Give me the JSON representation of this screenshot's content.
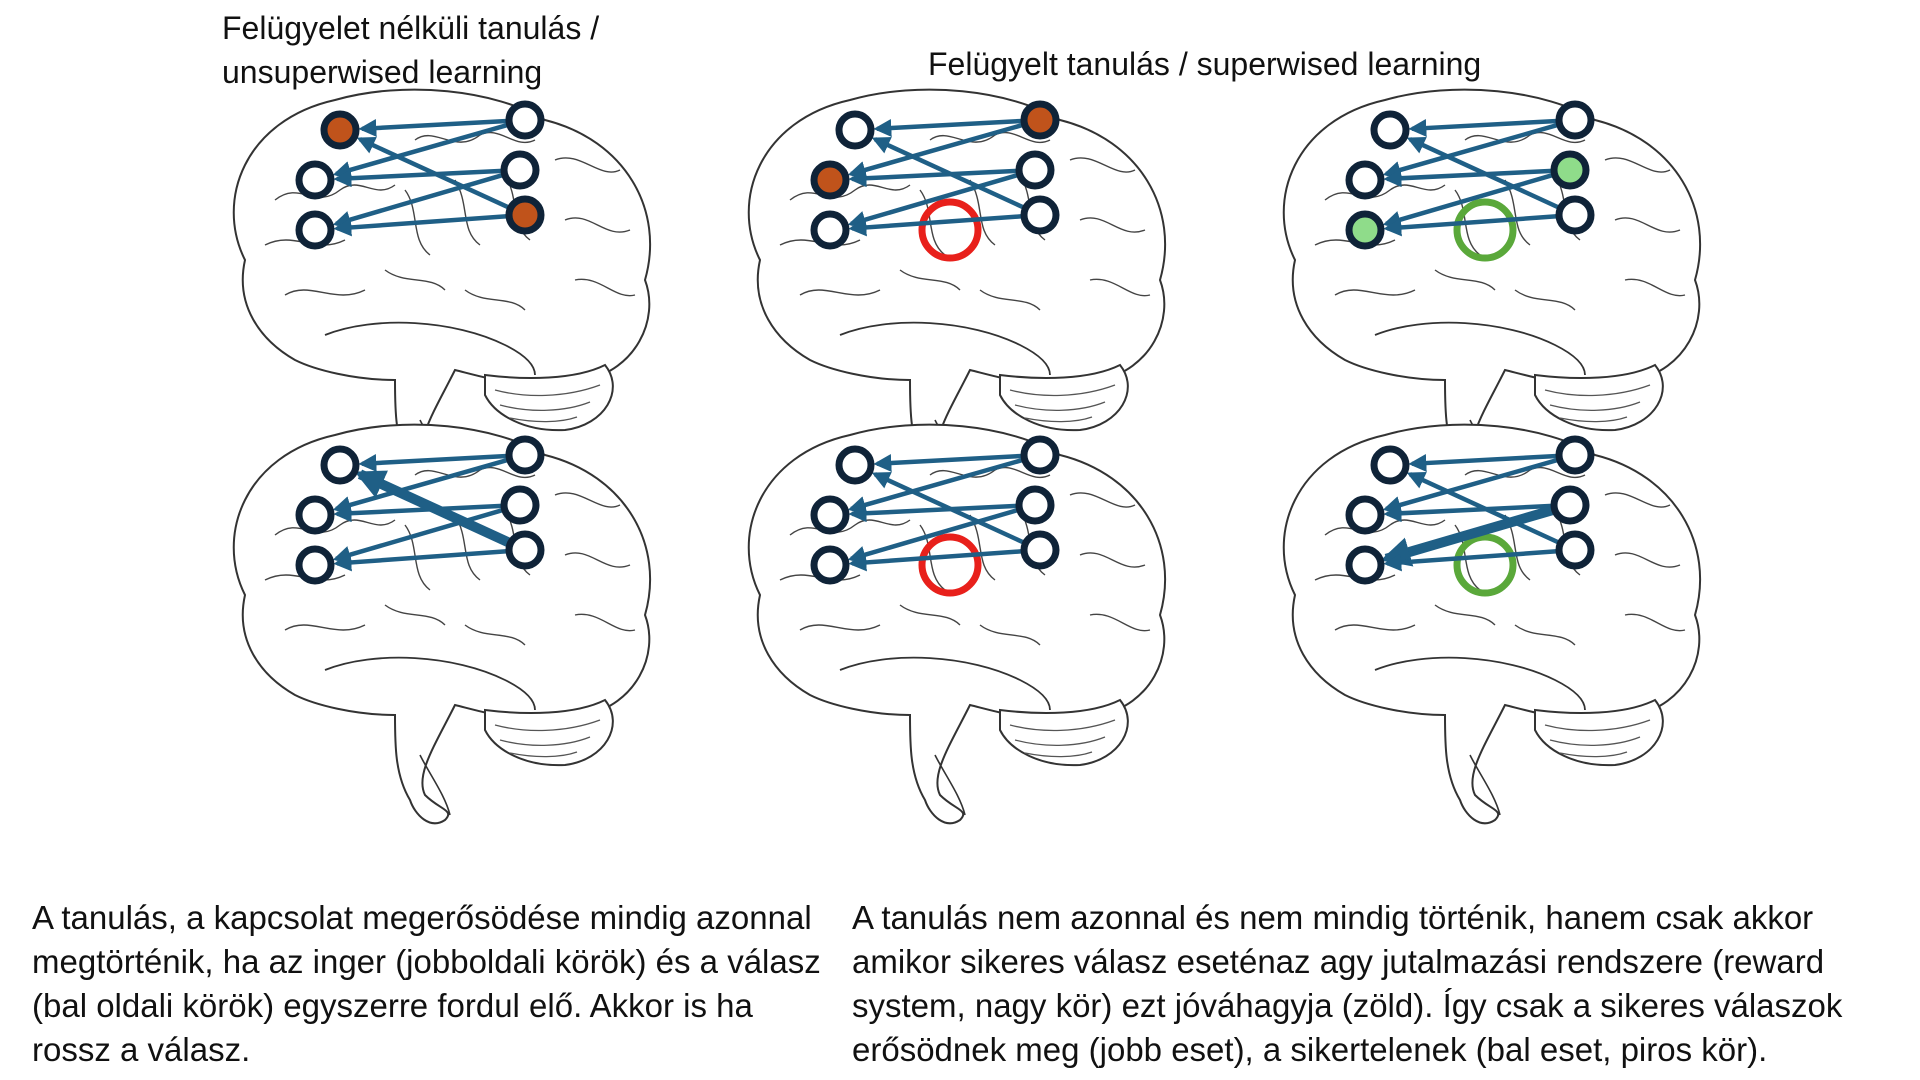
{
  "titles": {
    "unsupervised": "Felügyelet nélküli tanulás / unsuperwised learning",
    "unsupervised_lines": [
      "Felügyelet nélküli tanulás /",
      "unsuperwised learning"
    ],
    "supervised": "Felügyelt tanulás / superwised learning"
  },
  "captions": {
    "left": "A tanulás, a kapcsolat megerősödése mindig azonnal megtörténik, ha az inger (jobboldali körök) és a válasz (bal oldali körök) egyszerre fordul elő. Akkor is ha rossz a válasz.",
    "right": "A tanulás nem azonnal és nem mindig történik, hanem csak akkor amikor sikeres válasz eseténaz agy jutalmazási rendszere (reward system, nagy kör) ezt jóváhagyja (zöld). Így csak a sikeres válaszok erősödnek meg (jobb eset), a sikertelenek (bal eset, piros kör)."
  },
  "colors": {
    "node_stroke": "#0f2338",
    "arrow": "#1f5f86",
    "active_orange": "#c0531b",
    "active_green": "#8fdc8a",
    "reward_red": "#e8201b",
    "reward_green": "#5aa83a",
    "brain_outline": "#333333"
  },
  "panels": [
    {
      "id": "unsupervised-before",
      "group": "unsupervised",
      "phase": "before",
      "active_nodes": [
        "L1",
        "R3"
      ],
      "active_color": "orange",
      "reward": null,
      "strengthened": []
    },
    {
      "id": "supervised-fail-before",
      "group": "supervised",
      "phase": "before",
      "active_nodes": [
        "R1",
        "L2"
      ],
      "active_color": "orange",
      "reward": "red",
      "strengthened": []
    },
    {
      "id": "supervised-success-before",
      "group": "supervised",
      "phase": "before",
      "active_nodes": [
        "R2",
        "L3"
      ],
      "active_color": "green",
      "reward": "green",
      "strengthened": []
    },
    {
      "id": "unsupervised-after",
      "group": "unsupervised",
      "phase": "after",
      "active_nodes": [],
      "active_color": null,
      "reward": null,
      "strengthened": [
        "R3-L1"
      ]
    },
    {
      "id": "supervised-fail-after",
      "group": "supervised",
      "phase": "after",
      "active_nodes": [],
      "active_color": null,
      "reward": "red",
      "strengthened": []
    },
    {
      "id": "supervised-success-after",
      "group": "supervised",
      "phase": "after",
      "active_nodes": [],
      "active_color": null,
      "reward": "green",
      "strengthened": [
        "R2-L3"
      ]
    }
  ],
  "connections": [
    "R1-L1",
    "R1-L2",
    "R2-L2",
    "R2-L3",
    "R3-L1",
    "R3-L3"
  ],
  "icons": {
    "brain": "brain-outline-icon",
    "node": "neuron-circle-icon",
    "reward": "reward-system-circle-icon"
  }
}
